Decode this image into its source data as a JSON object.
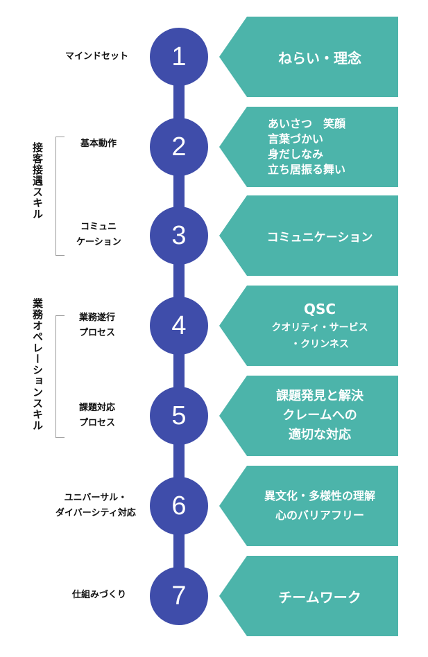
{
  "groups": {
    "customer": "接客接遇スキル",
    "operation": "業務オペレーションスキル"
  },
  "steps": [
    {
      "num": "1",
      "label": [
        "マインドセット"
      ],
      "box": [
        "ねらい・理念"
      ]
    },
    {
      "num": "2",
      "label": [
        "基本動作"
      ],
      "box": [
        "あいさつ　笑顔",
        "言葉づかい",
        "身だしなみ",
        "立ち居振る舞い"
      ]
    },
    {
      "num": "3",
      "label": [
        "コミュニ",
        "ケーション"
      ],
      "box": [
        "コミュニケーション"
      ]
    },
    {
      "num": "4",
      "label": [
        "業務遂行",
        "プロセス"
      ],
      "box": [
        "QSC",
        "クオリティ・サービス",
        "・クリンネス"
      ]
    },
    {
      "num": "5",
      "label": [
        "課題対応",
        "プロセス"
      ],
      "box": [
        "課題発見と解決",
        "クレームへの",
        "適切な対応"
      ]
    },
    {
      "num": "6",
      "label": [
        "ユニバーサル・",
        "ダイバーシティ対応"
      ],
      "box": [
        "異文化・多様性の理解",
        "心のバリアフリー"
      ]
    },
    {
      "num": "7",
      "label": [
        "仕組みづくり"
      ],
      "box": [
        "チームワーク"
      ]
    }
  ]
}
